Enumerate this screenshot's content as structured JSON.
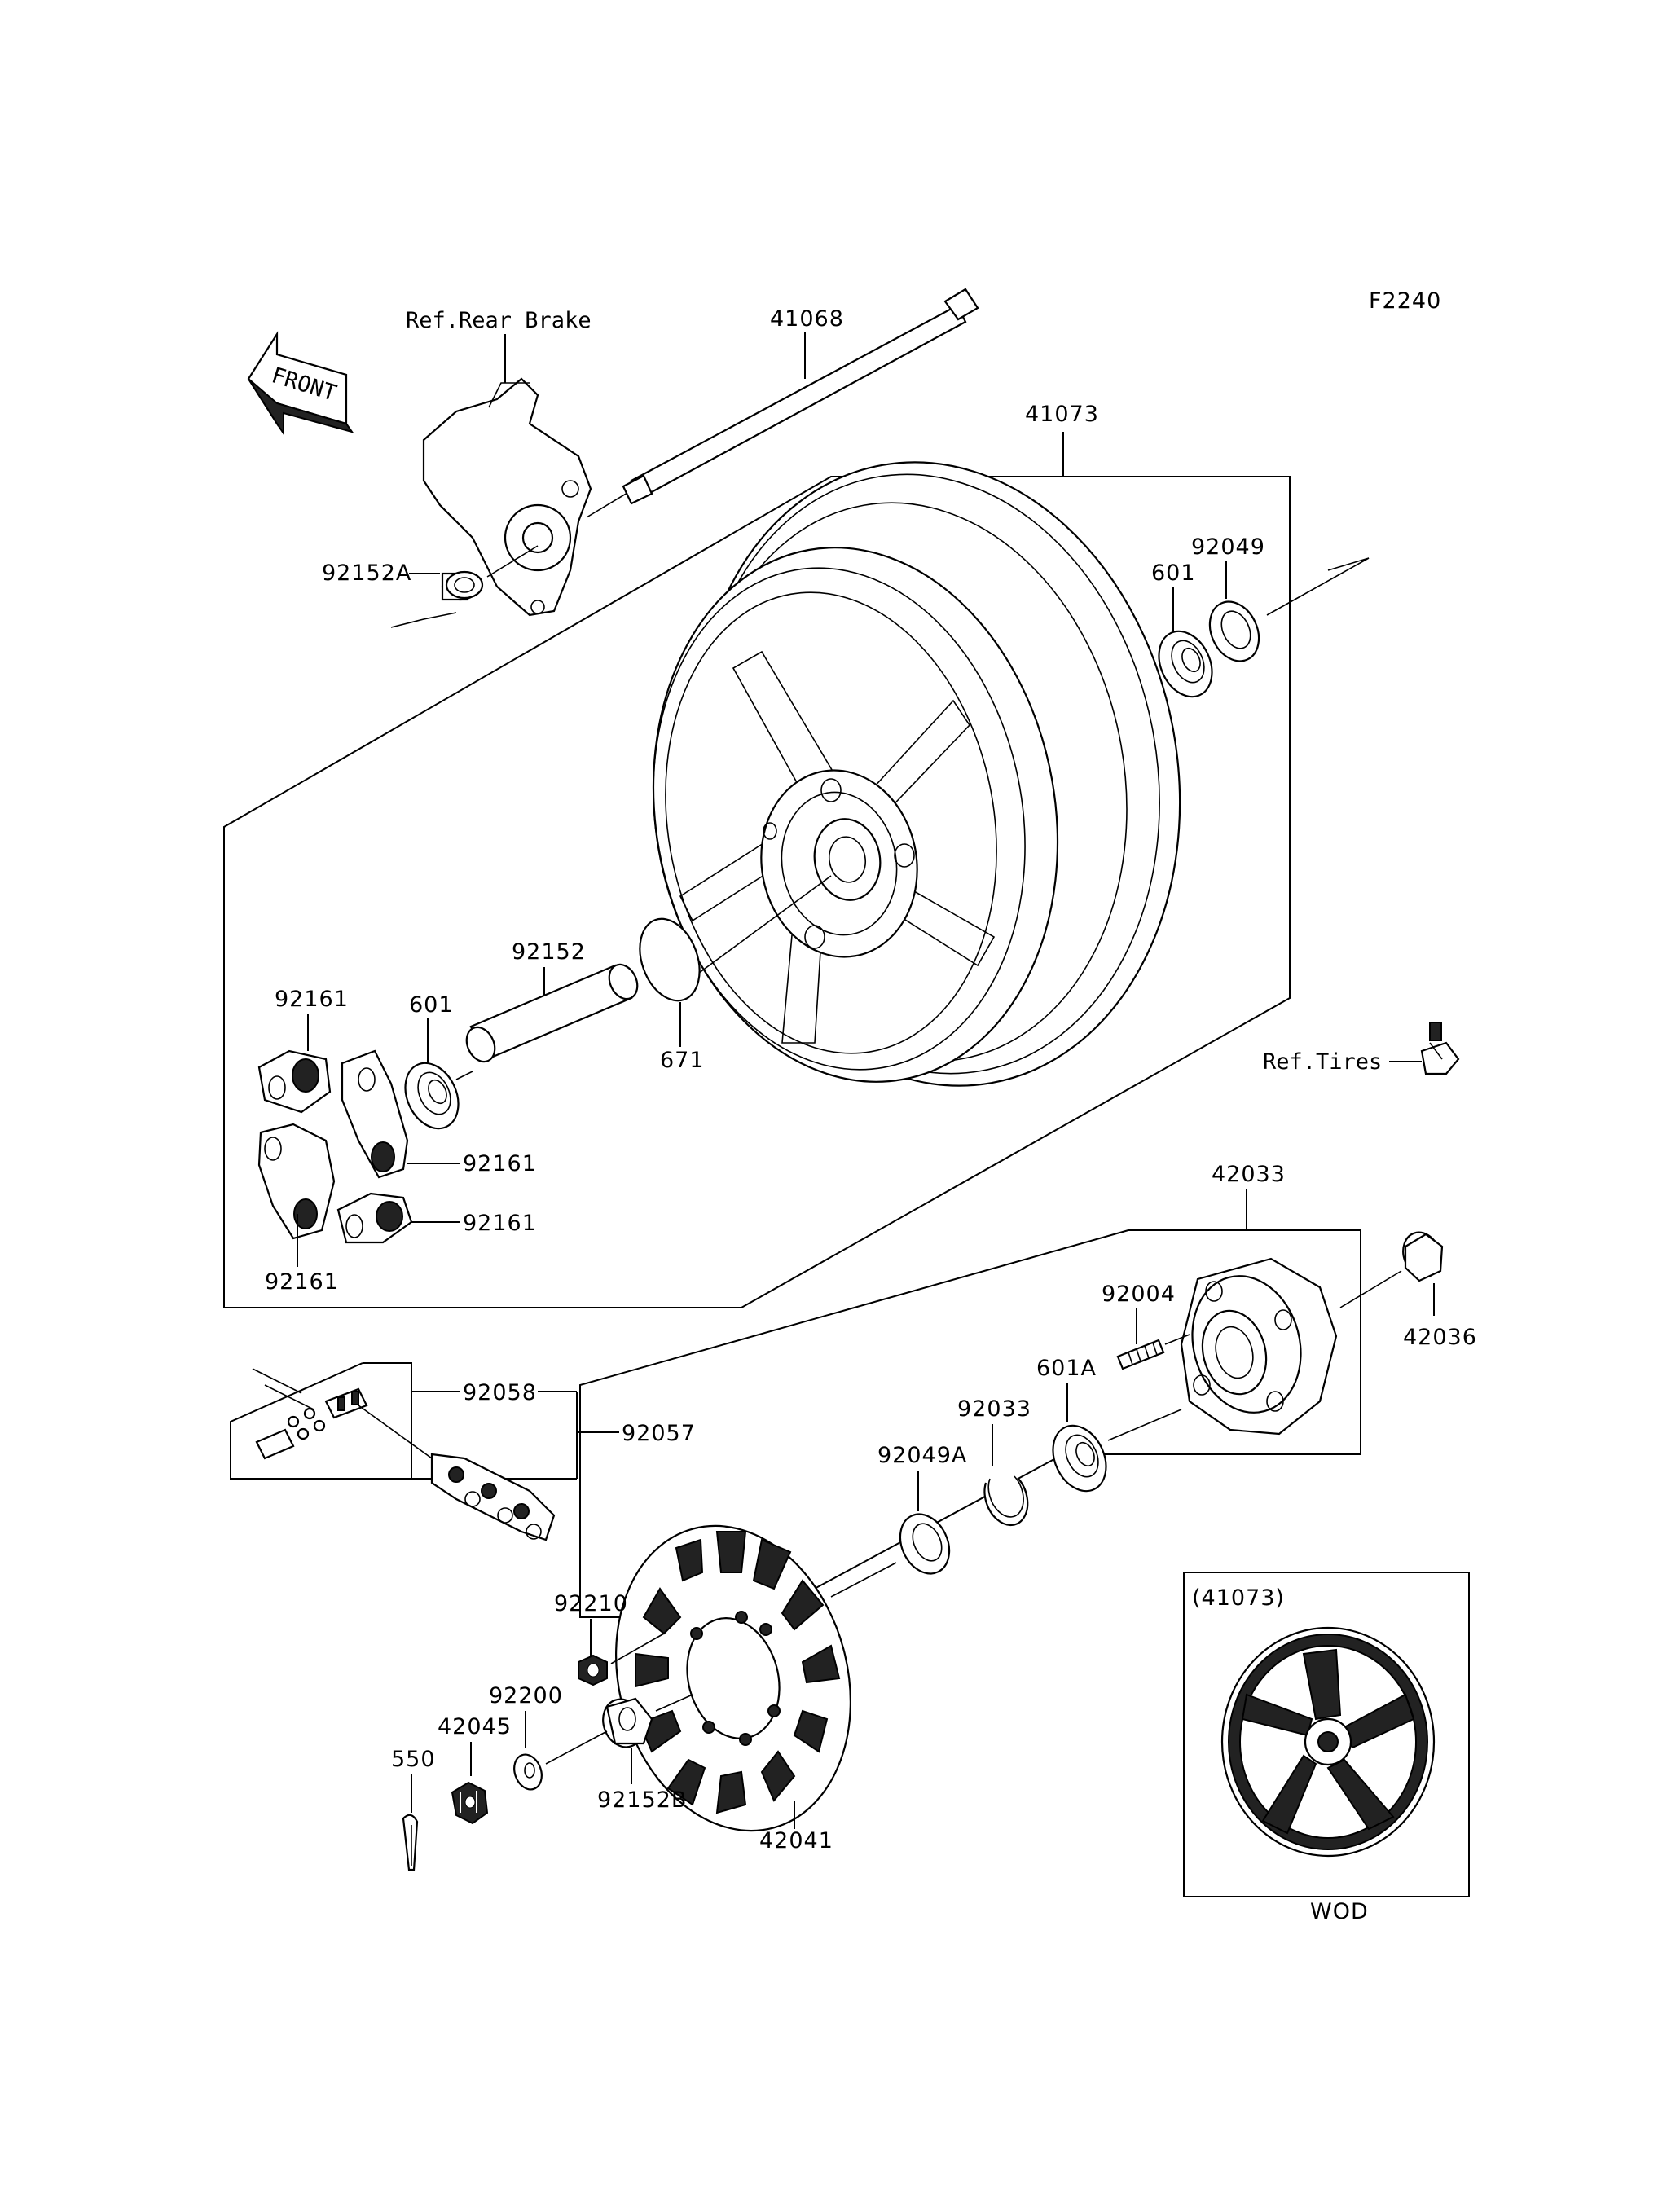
{
  "diagram_id": "F2240",
  "front_arrow": "FRONT",
  "refs": {
    "rear_brake": "Ref.Rear Brake",
    "tires": "Ref.Tires"
  },
  "labels": {
    "p41068": "41068",
    "p41073": "41073",
    "p92049": "92049",
    "p601_top": "601",
    "p92152A": "92152A",
    "p92152": "92152",
    "p601_left": "601",
    "p671": "671",
    "p92161_a": "92161",
    "p92161_b": "92161",
    "p92161_c": "92161",
    "p92161_d": "92161",
    "p42033": "42033",
    "p42036": "42036",
    "p92004": "92004",
    "p601A": "601A",
    "p92033": "92033",
    "p92049A": "92049A",
    "p92058": "92058",
    "p92057": "92057",
    "p92210": "92210",
    "p92200": "92200",
    "p42045": "42045",
    "p550": "550",
    "p92152B": "92152B",
    "p42041": "42041"
  },
  "inset": {
    "part_ref": "(41073)",
    "caption": "WOD"
  },
  "icons": {
    "front": "front-arrow-icon",
    "wheel": "rear-wheel-icon",
    "axle": "axle-icon",
    "sprocket": "sprocket-icon",
    "chain": "chain-icon"
  }
}
